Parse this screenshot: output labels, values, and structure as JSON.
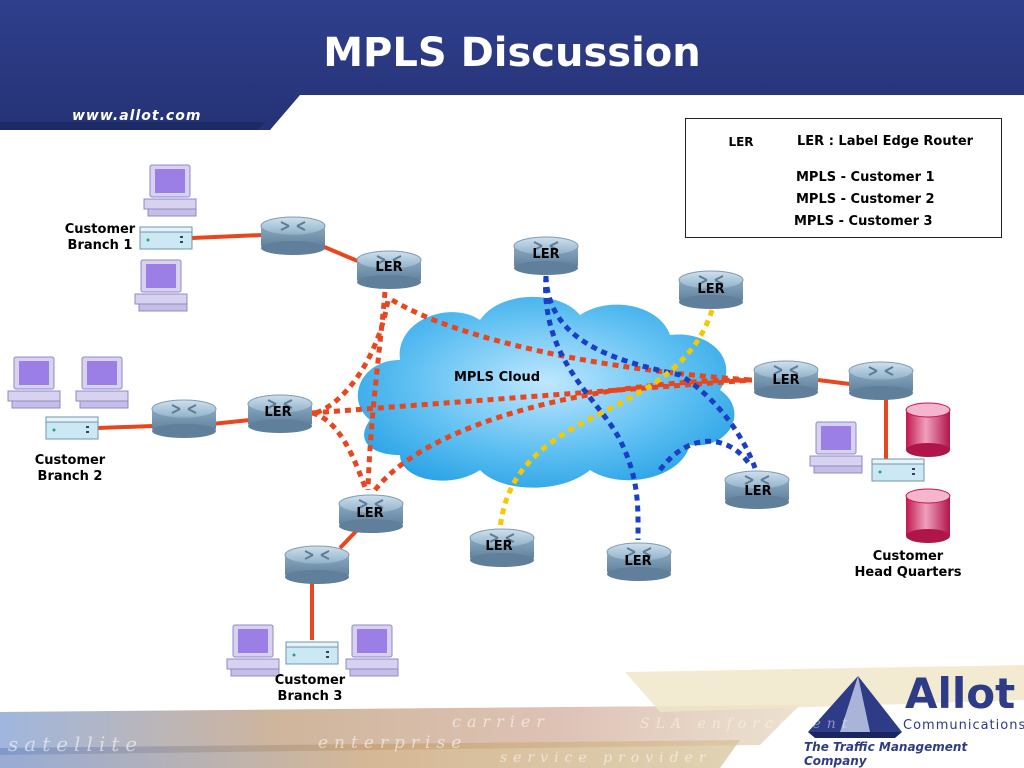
{
  "slide": {
    "title": "MPLS Discussion",
    "url": "www.allot.com"
  },
  "colors": {
    "header": "#2b3a82",
    "customer1": "#e8461e",
    "customer2": "#1a3fc4",
    "customer3": "#f5c800",
    "link": "#e8461e",
    "cloud": "#4cb4ee"
  },
  "diagram": {
    "cloud_label": "MPLS Cloud",
    "router_label": "LER",
    "branches": {
      "branch1": [
        "Customer",
        "Branch 1"
      ],
      "branch2": [
        "Customer",
        "Branch 2"
      ],
      "branch3": [
        "Customer",
        "Branch 3"
      ],
      "hq": [
        "Customer",
        "Head Quarters"
      ]
    }
  },
  "legend": {
    "ler_icon_label": "LER",
    "ler_text": "LER : Label Edge Router",
    "items": [
      {
        "label": "MPLS - Customer 1",
        "color": "#e8461e"
      },
      {
        "label": "MPLS - Customer 2",
        "color": "#1a3fc4"
      },
      {
        "label": "MPLS -  Customer 3",
        "color": "#f5c800"
      }
    ]
  },
  "footer": {
    "ribbon_words": [
      "satellite",
      "enterprise",
      "carrier",
      "service provider",
      "SLA enforcement"
    ],
    "brand_name": "Allot",
    "brand_sub": "Communications",
    "tagline": "The Traffic Management Company"
  },
  "icons": [
    "router-icon",
    "pc-icon",
    "hub-icon",
    "database-icon",
    "cloud-icon",
    "allot-logo-icon"
  ]
}
